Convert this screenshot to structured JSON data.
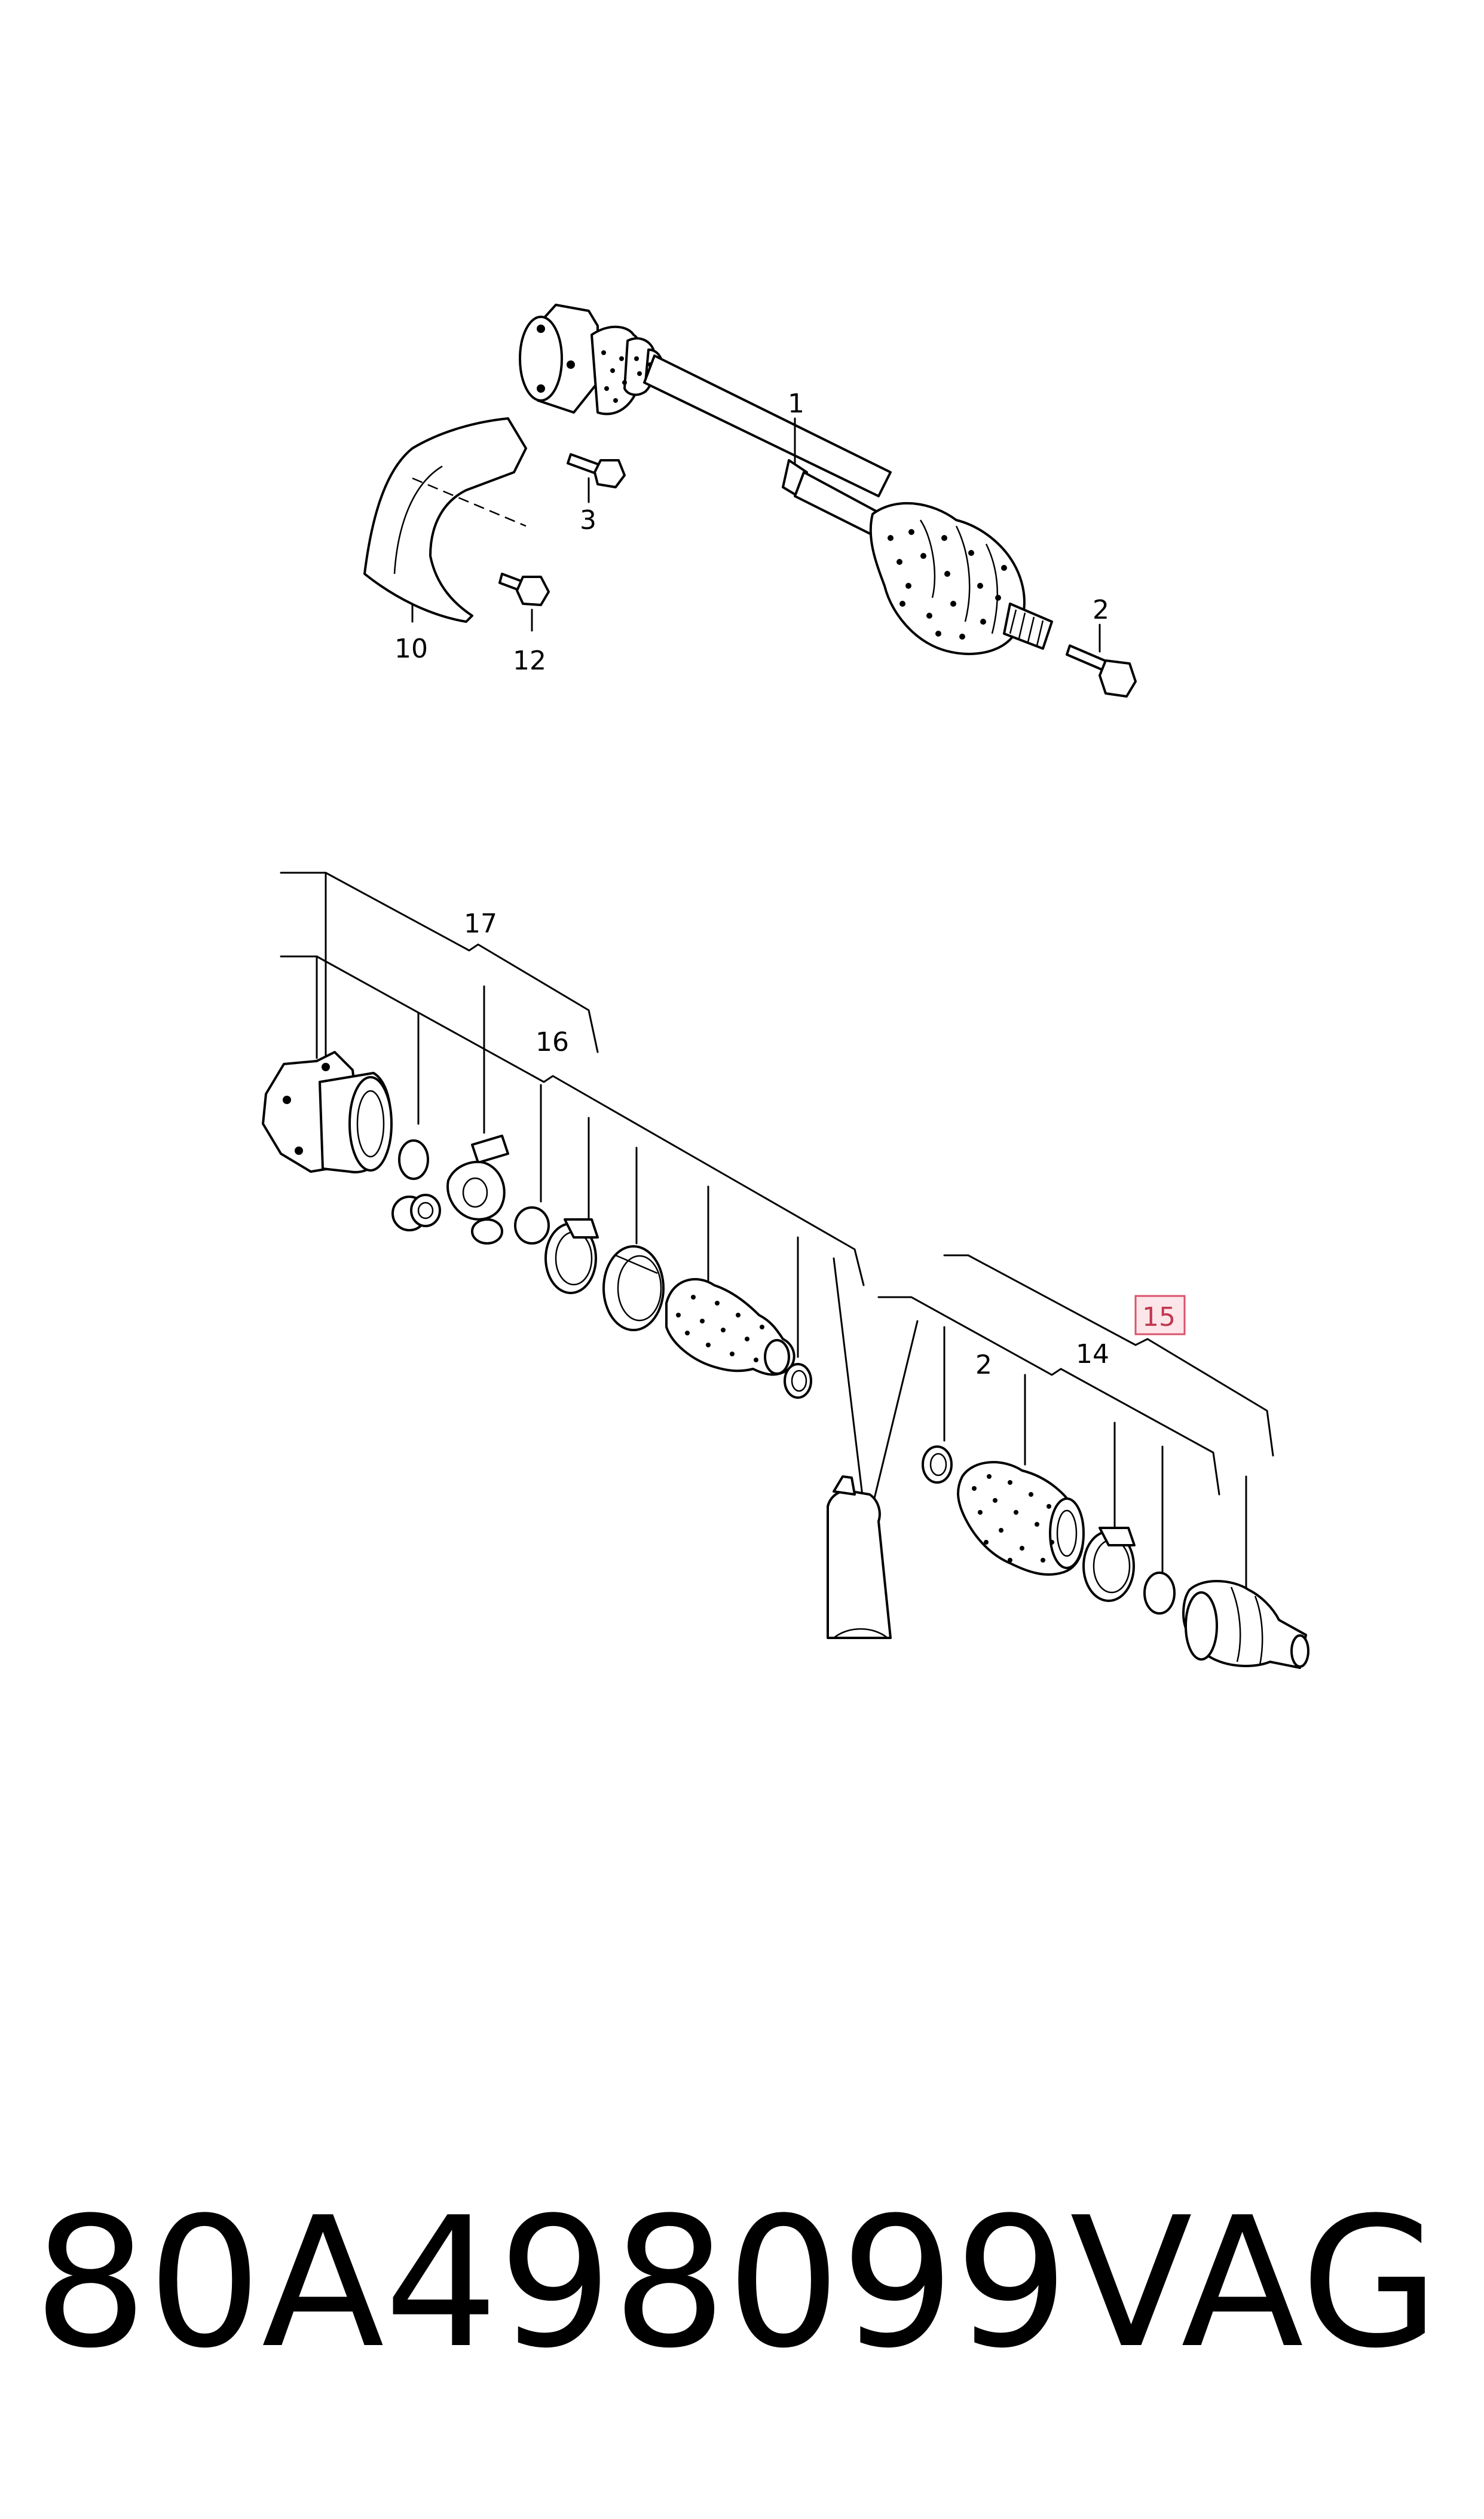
{
  "callouts": {
    "c1": "1",
    "c2": "2",
    "c3": "3",
    "c10": "10",
    "c12": "12",
    "c17": "17",
    "c16": "16",
    "c15": "15",
    "c14": "14",
    "c2b": "2"
  },
  "footer": {
    "part_number": "80A498099",
    "brand": "VAG"
  },
  "colors": {
    "highlight_fill": "#fde6ea",
    "highlight_stroke": "#d9536c",
    "highlight_text": "#c0394f"
  }
}
